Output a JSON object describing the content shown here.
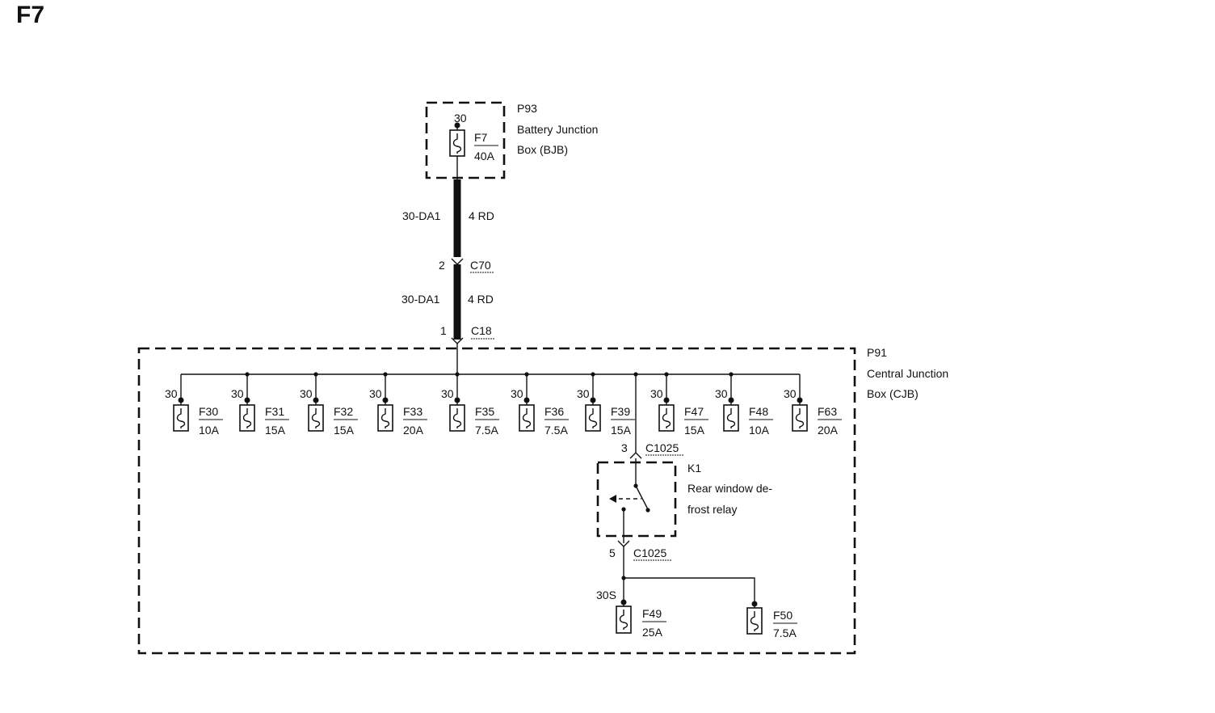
{
  "title": "F7",
  "bjb": {
    "id": "P93",
    "name_line1": "Battery Junction",
    "name_line2": "Box (BJB)",
    "fuse": {
      "pin": "30",
      "name": "F7",
      "rating": "40A"
    }
  },
  "wire_upper": {
    "circuit": "30-DA1",
    "spec": "4 RD"
  },
  "c70": {
    "pin": "2",
    "name": "C70"
  },
  "wire_lower": {
    "circuit": "30-DA1",
    "spec": "4 RD"
  },
  "c18": {
    "pin": "1",
    "name": "C18"
  },
  "cjb": {
    "id": "P91",
    "name_line1": "Central Junction",
    "name_line2": "Box (CJB)",
    "fuses": [
      {
        "pin": "30",
        "name": "F30",
        "rating": "10A"
      },
      {
        "pin": "30",
        "name": "F31",
        "rating": "15A"
      },
      {
        "pin": "30",
        "name": "F32",
        "rating": "15A"
      },
      {
        "pin": "30",
        "name": "F33",
        "rating": "20A"
      },
      {
        "pin": "30",
        "name": "F35",
        "rating": "7.5A"
      },
      {
        "pin": "30",
        "name": "F36",
        "rating": "7.5A"
      },
      {
        "pin": "30",
        "name": "F39",
        "rating": "15A"
      },
      {
        "pin": "30",
        "name": "F47",
        "rating": "15A"
      },
      {
        "pin": "30",
        "name": "F48",
        "rating": "10A"
      },
      {
        "pin": "30",
        "name": "F63",
        "rating": "20A"
      }
    ],
    "c1025_top": {
      "pin": "3",
      "name": "C1025"
    },
    "relay": {
      "id": "K1",
      "line1": "Rear window de-",
      "line2": "frost relay"
    },
    "c1025_bottom": {
      "pin": "5",
      "name": "C1025"
    },
    "fused_feed_pin": "30S",
    "relay_fuses": [
      {
        "name": "F49",
        "rating": "25A"
      },
      {
        "name": "F50",
        "rating": "7.5A"
      }
    ]
  }
}
